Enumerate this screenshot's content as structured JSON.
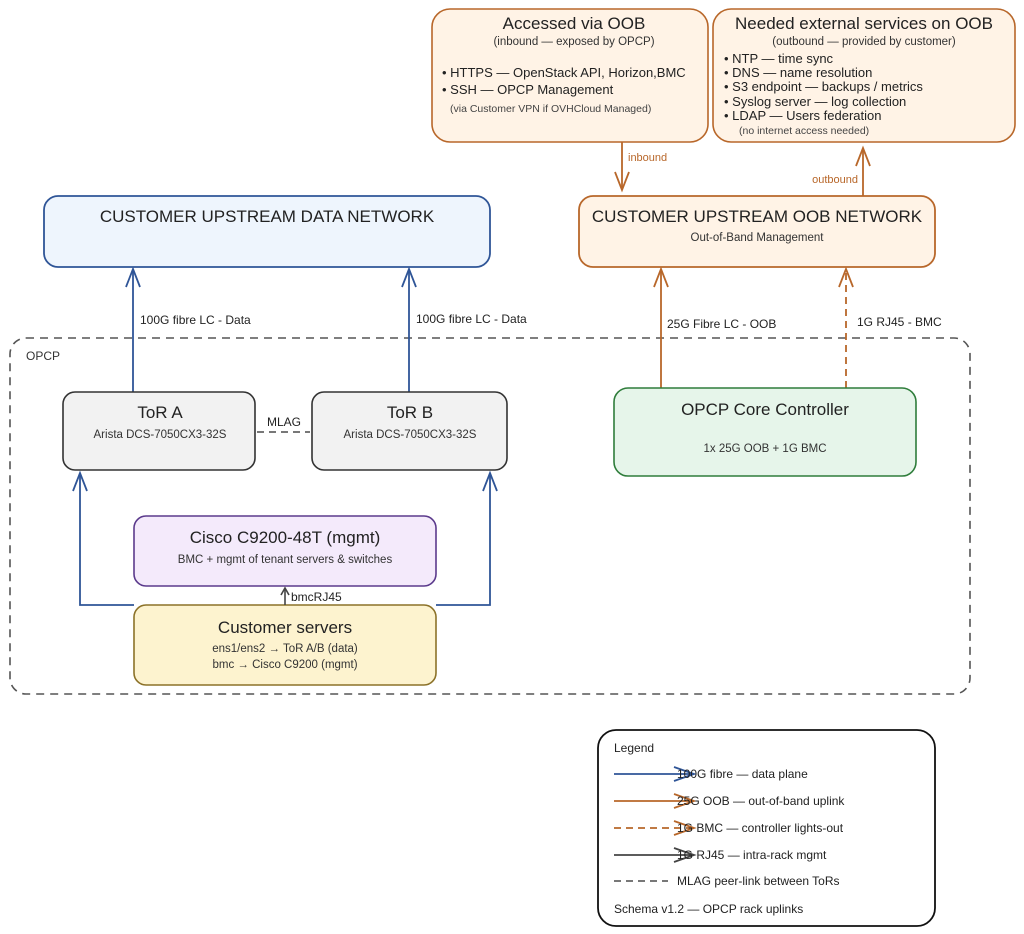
{
  "colors": {
    "data": "#2f5597",
    "oob": "#b8672a",
    "mgmt": "#444444",
    "mlag": "#666666",
    "oob_box_fill": "#fff3e6",
    "data_box_fill": "#eef5fd",
    "tor_fill": "#f2f2f2",
    "cisco_fill": "#f4eafb",
    "cisco_stroke": "#5b3a8c",
    "servers_fill": "#fdf3cf",
    "servers_stroke": "#8c7229",
    "core_fill": "#e6f5ea",
    "core_stroke": "#2f7d3b"
  },
  "accessed": {
    "title": "Accessed via OOB",
    "subtitle": "(inbound — exposed by OPCP)",
    "items": [
      "• HTTPS — OpenStack API, Horizon,BMC",
      "• SSH — OPCP Management"
    ],
    "note": "(via Customer VPN if OVHCloud Managed)"
  },
  "needed": {
    "title": "Needed external services on OOB",
    "subtitle": "(outbound — provided by customer)",
    "items": [
      "•  NTP — time sync",
      "•  DNS — name resolution",
      "•  S3 endpoint — backups / metrics",
      "•  Syslog server — log collection",
      "•  LDAP — Users federation"
    ],
    "note": "(no internet access needed)"
  },
  "data_network": {
    "title": "CUSTOMER UPSTREAM DATA NETWORK"
  },
  "oob_network": {
    "title": "CUSTOMER UPSTREAM OOB NETWORK",
    "subtitle": "Out-of-Band Management"
  },
  "opcp_label": "OPCP",
  "tor_a": {
    "title": "ToR A",
    "subtitle": "Arista DCS-7050CX3-32S"
  },
  "tor_b": {
    "title": "ToR B",
    "subtitle": "Arista DCS-7050CX3-32S"
  },
  "core": {
    "title": "OPCP Core Controller",
    "subtitle": "1x 25G OOB + 1G BMC"
  },
  "cisco": {
    "title": "Cisco C9200-48T (mgmt)",
    "subtitle": "BMC + mgmt of tenant servers & switches"
  },
  "servers": {
    "title": "Customer servers",
    "line1": "ens1/ens2 → ToR A/B (data)",
    "line2": "bmc → Cisco C9200 (mgmt)"
  },
  "links": {
    "inbound": "inbound",
    "outbound": "outbound",
    "data_a": "100G fibre LC - Data",
    "data_b": "100G fibre LC - Data",
    "oob_25g": "25G Fibre LC - OOB",
    "bmc_1g": "1G RJ45 - BMC",
    "mlag": "MLAG",
    "bmc_rj45": "bmcRJ45"
  },
  "legend": {
    "title": "Legend",
    "items": [
      {
        "label": "100G fibre — data plane",
        "kind": "data"
      },
      {
        "label": "25G OOB — out-of-band uplink",
        "kind": "oob"
      },
      {
        "label": "1G BMC — controller lights-out",
        "kind": "bmc"
      },
      {
        "label": "1G RJ45 — intra-rack mgmt",
        "kind": "mgmt"
      },
      {
        "label": "MLAG peer-link between ToRs",
        "kind": "mlag"
      }
    ],
    "footer": "Schema v1.2 — OPCP rack uplinks"
  }
}
